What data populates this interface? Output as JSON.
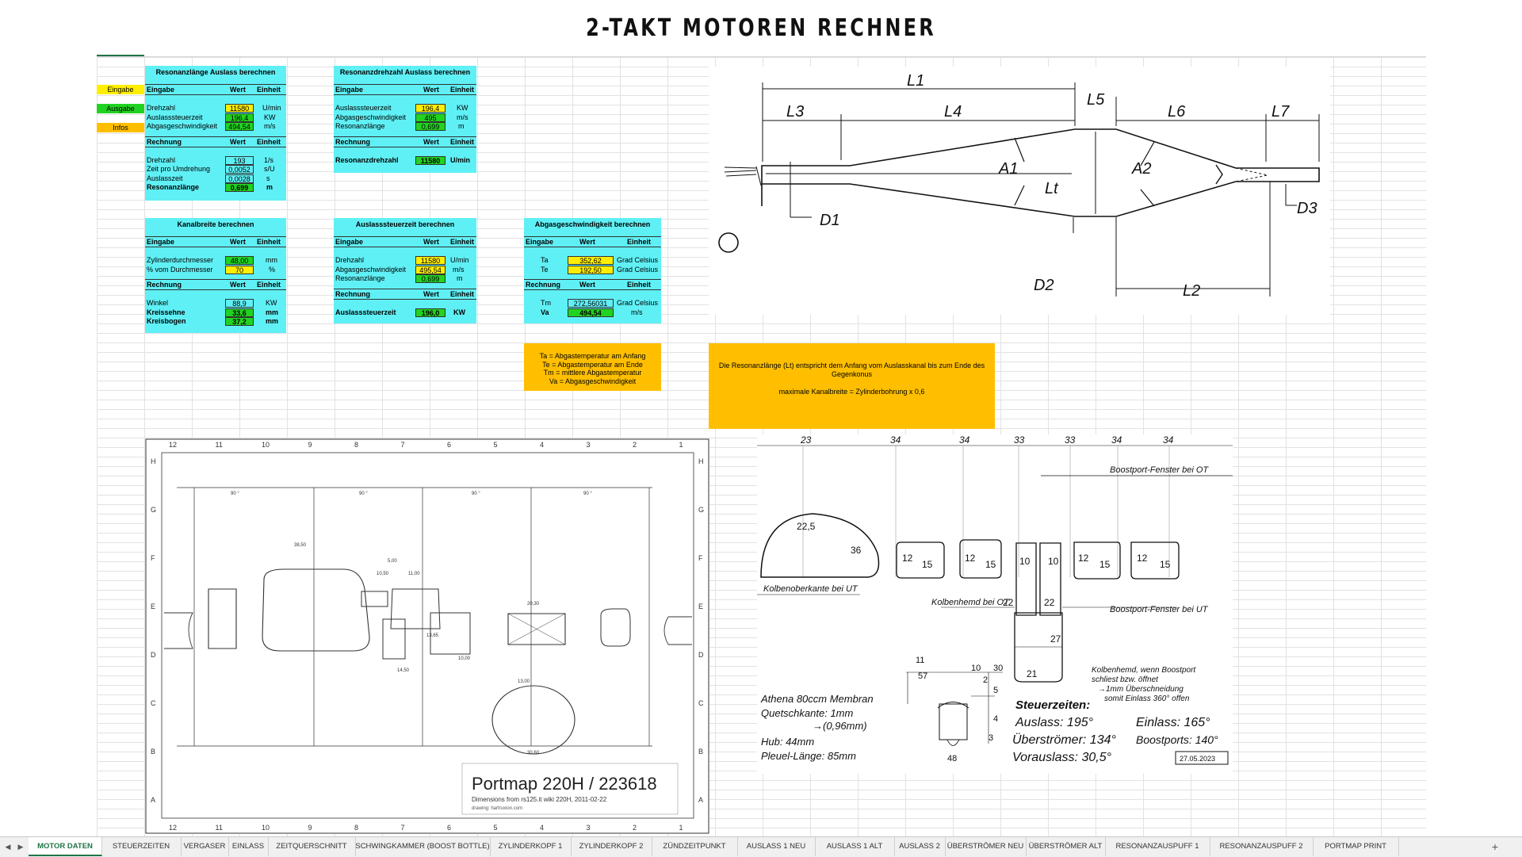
{
  "title": "2-TAKT MOTOREN RECHNER",
  "legend": {
    "eingabe": "Eingabe",
    "ausgabe": "Ausgabe",
    "infos": "Infos"
  },
  "headers": {
    "eingabe": "Eingabe",
    "rechnung": "Rechnung",
    "wert": "Wert",
    "einheit": "Einheit"
  },
  "t1": {
    "title": "Resonanzlänge Auslass berechnen",
    "in": [
      {
        "label": "Drehzahl",
        "value": "11580",
        "unit": "U/min"
      },
      {
        "label": "Auslasssteuerzeit",
        "value": "196,4",
        "unit": "KW"
      },
      {
        "label": "Abgasgeschwindigkeit",
        "value": "494,54",
        "unit": "m/s"
      }
    ],
    "calc": [
      {
        "label": "Drehzahl",
        "value": "193",
        "unit": "1/s"
      },
      {
        "label": "Zeit pro Umdrehung",
        "value": "0,0052",
        "unit": "s/U"
      },
      {
        "label": "Auslasszeit",
        "value": "0,0028",
        "unit": "s"
      },
      {
        "label": "Resonanzlänge",
        "value": "0,699",
        "unit": "m"
      }
    ]
  },
  "t2": {
    "title": "Resonanzdrehzahl Auslass berechnen",
    "in": [
      {
        "label": "Auslasssteuerzeit",
        "value": "196,4",
        "unit": "KW"
      },
      {
        "label": "Abgasgeschwindigkeit",
        "value": "495",
        "unit": "m/s"
      },
      {
        "label": "Resonanzlänge",
        "value": "0,699",
        "unit": "m"
      }
    ],
    "calc": [
      {
        "label": "Resonanzdrehzahl",
        "value": "11580",
        "unit": "U/min"
      }
    ]
  },
  "t3": {
    "title": "Kanalbreite berechnen",
    "in": [
      {
        "label": "Zylinderdurchmesser",
        "value": "48,00",
        "unit": "mm"
      },
      {
        "label": "% vom Durchmesser",
        "value": "70",
        "unit": "%"
      }
    ],
    "calc": [
      {
        "label": "Winkel",
        "value": "88,9",
        "unit": "KW"
      },
      {
        "label": "Kreissehne",
        "value": "33,6",
        "unit": "mm"
      },
      {
        "label": "Kreisbogen",
        "value": "37,2",
        "unit": "mm"
      }
    ]
  },
  "t4": {
    "title": "Auslasssteuerzeit berechnen",
    "in": [
      {
        "label": "Drehzahl",
        "value": "11580",
        "unit": "U/min"
      },
      {
        "label": "Abgasgeschwindigkeit",
        "value": "495,54",
        "unit": "m/s"
      },
      {
        "label": "Resonanzlänge",
        "value": "0,699",
        "unit": "m"
      }
    ],
    "calc": [
      {
        "label": "Auslasssteuerzeit",
        "value": "196,0",
        "unit": "KW"
      }
    ]
  },
  "t5": {
    "title": "Abgasgeschwindigkeit berechnen",
    "in": [
      {
        "label": "Ta",
        "value": "352,62",
        "unit": "Grad Celsius"
      },
      {
        "label": "Te",
        "value": "192,50",
        "unit": "Grad Celsius"
      }
    ],
    "calc": [
      {
        "label": "Tm",
        "value": "272,56031",
        "unit": "Grad Celsius"
      },
      {
        "label": "Va",
        "value": "494,54",
        "unit": "m/s"
      }
    ]
  },
  "note1": {
    "lines": [
      "Ta = Abgastemperatur am Anfang",
      "Te = Abgastemperatur am Ende",
      "Tm = mittlere Abgastemperatur",
      "Va = Abgasgeschwindigkeit"
    ]
  },
  "note2": {
    "line1": "Die Resonanzlänge (Lt) entspricht dem Anfang vom Auslasskanal bis zum Ende des Gegenkonus",
    "line2": "maximale Kanalbreite = Zylinderbohrung x 0,6"
  },
  "pipe": {
    "l1": "L1",
    "l2": "L2",
    "l3": "L3",
    "l4": "L4",
    "l5": "L5",
    "l6": "L6",
    "l7": "L7",
    "a1": "A1",
    "a2": "A2",
    "lt": "Lt",
    "d1": "D1",
    "d2": "D2",
    "d3": "D3"
  },
  "portmap": {
    "title": "Portmap 220H / 223618",
    "sub": "Dimensions from rs125.it wiki 220H, 2011-02-22",
    "credit": "drawing: hartruxion.com",
    "colnums": [
      "12",
      "11",
      "10",
      "9",
      "8",
      "7",
      "6",
      "5",
      "4",
      "3",
      "2",
      "1"
    ],
    "rowletters": [
      "H",
      "G",
      "F",
      "E",
      "D",
      "C",
      "B",
      "A"
    ],
    "dims": [
      "90 °",
      "90 °",
      "90 °",
      "90 °",
      "38,50",
      "5,00",
      "10,50",
      "11,00",
      "20,30",
      "13,65",
      "14,50",
      "10,00",
      "13,00",
      "30,60"
    ]
  },
  "sketch": {
    "top_nums": [
      "23",
      "34",
      "34",
      "33",
      "33",
      "34",
      "34"
    ],
    "boost_top": "Boostport-Fenster bei OT",
    "kolben_ut": "Kolbenoberkante bei UT",
    "kolbenhemd_ot": "Kolbenhemd bei OT",
    "boost_ut": "Boostport-Fenster bei UT",
    "port_nums": [
      "22,5",
      "36",
      "12",
      "15",
      "12",
      "15",
      "10",
      "10",
      "12",
      "15",
      "12",
      "15",
      "22",
      "22",
      "27",
      "21"
    ],
    "dim_nums": [
      "11",
      "57",
      "10",
      "30",
      "2",
      "5",
      "4",
      "3",
      "48"
    ],
    "motor": [
      "Athena 80ccm Membran",
      "Quetschkante: 1mm",
      "→(0,96mm)",
      "Hub: 44mm",
      "Pleuel-Länge: 85mm"
    ],
    "note_right": [
      "Kolbenhemd, wenn Boostport",
      "schliest bzw. öffnet",
      "→1mm Überschneidung",
      "somit Einlass 360° offen"
    ],
    "steuer_title": "Steuerzeiten:",
    "steuer": [
      "Auslass: 195°",
      "Einlass: 165°",
      "Überströmer: 134°",
      "Boostports: 140°",
      "Vorauslass: 30,5°"
    ],
    "date": "27.05.2023"
  },
  "tabs": [
    "MOTOR DATEN",
    "STEUERZEITEN",
    "VERGASER",
    "EINLASS",
    "ZEITQUERSCHNITT",
    "SCHWINGKAMMER (BOOST BOTTLE)",
    "ZYLINDERKOPF 1",
    "ZYLINDERKOPF 2",
    "ZÜNDZEITPUNKT",
    "AUSLASS 1 NEU",
    "AUSLASS 1 ALT",
    "AUSLASS 2",
    "ÜBERSTRÖMER NEU",
    "ÜBERSTRÖMER ALT",
    "RESONANZAUSPUFF 1",
    "RESONANZAUSPUFF 2",
    "PORTMAP PRINT"
  ],
  "tabs_add": "+",
  "colors": {
    "cyan": "#5ff0f5",
    "green": "#21d321",
    "yellow": "#ffee00",
    "orange": "#ffbf00",
    "accent": "#217346"
  }
}
